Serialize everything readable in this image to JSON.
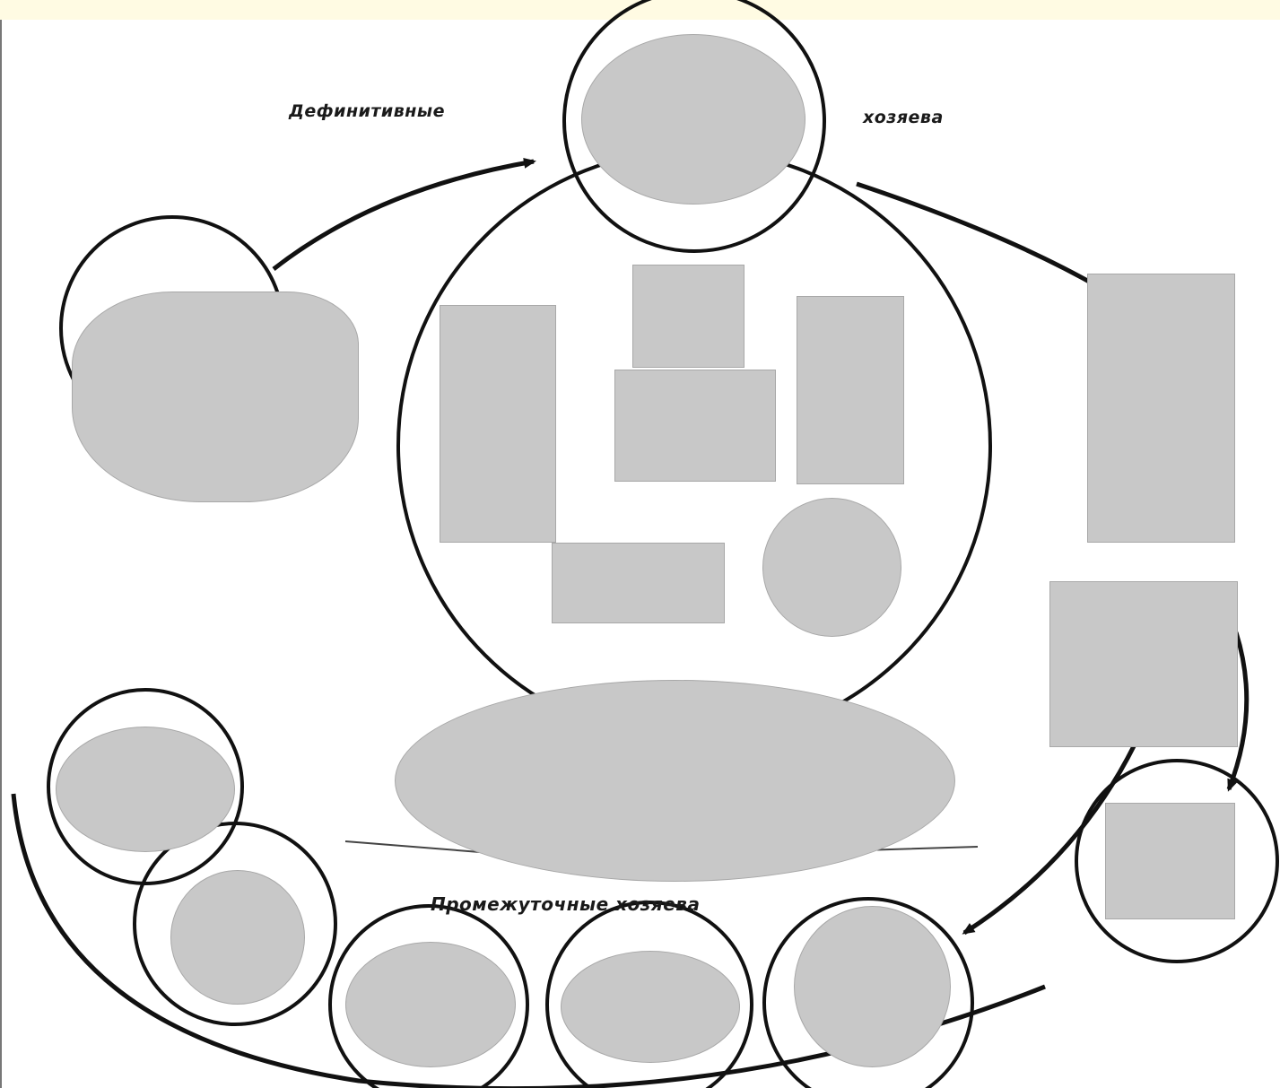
{
  "labels": {
    "definitive_left": "Дефинитивные",
    "definitive_right": "хозяева",
    "intermediate": "Промежуточные хозяева"
  },
  "colors": {
    "top_band": "#fffbe3",
    "ink": "#111111",
    "placeholder": "#c8c8c8"
  }
}
